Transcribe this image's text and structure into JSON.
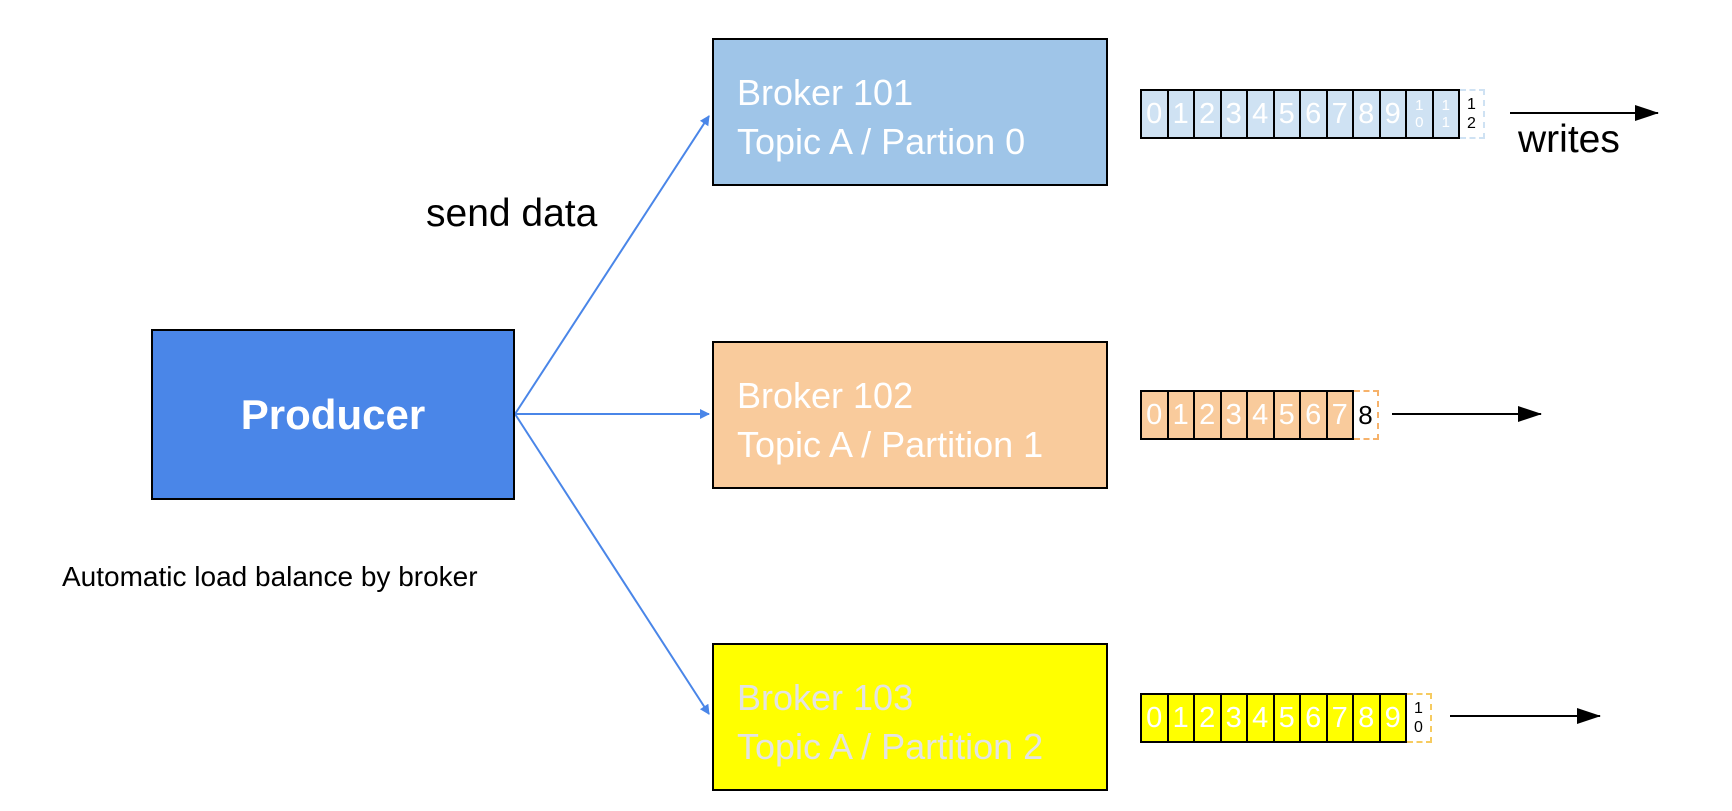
{
  "producer": {
    "label": "Producer"
  },
  "edge_label": "send data",
  "note": "Automatic load balance by broker",
  "writes_label": "writes",
  "brokers": [
    {
      "name": "Broker 101",
      "topic": "Topic A / Partion 0"
    },
    {
      "name": "Broker 102",
      "topic": "Topic A / Partition 1"
    },
    {
      "name": "Broker 103",
      "topic": "Topic A / Partition 2"
    }
  ],
  "logs": [
    {
      "offsets": [
        "0",
        "1",
        "2",
        "3",
        "4",
        "5",
        "6",
        "7",
        "8",
        "9",
        "10",
        "11"
      ],
      "next": "12",
      "color": "#cfe2f3"
    },
    {
      "offsets": [
        "0",
        "1",
        "2",
        "3",
        "4",
        "5",
        "6",
        "7"
      ],
      "next": "8",
      "color": "#f9cb9c"
    },
    {
      "offsets": [
        "0",
        "1",
        "2",
        "3",
        "4",
        "5",
        "6",
        "7",
        "8",
        "9"
      ],
      "next": "10",
      "color": "#ffff00"
    }
  ],
  "colors": {
    "producer": "#4a86e8",
    "broker_101": "#9fc5e8",
    "broker_102": "#f9cb9c",
    "broker_103": "#ffff00",
    "edge": "#4a86e8"
  }
}
